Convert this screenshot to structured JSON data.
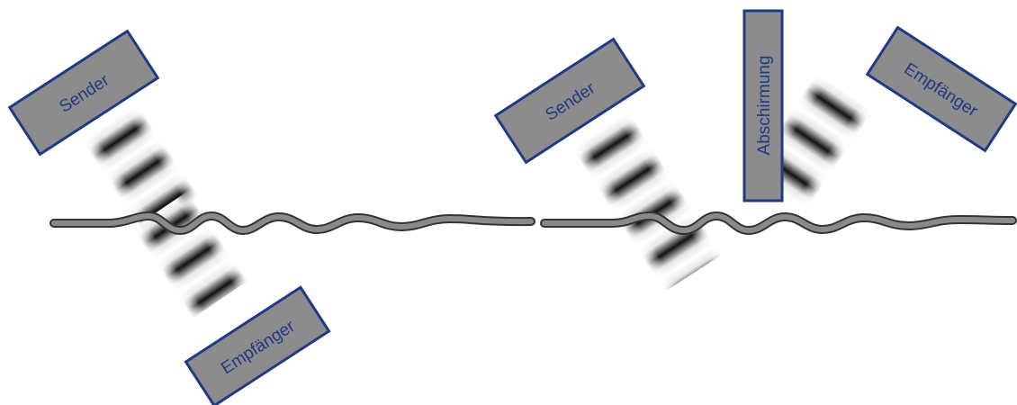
{
  "colors": {
    "box_fill": "#8c8c8c",
    "box_border": "#1f3a86",
    "label": "#1f3a86",
    "surface": "#7a7a7a",
    "wave_dark": "#111111",
    "wave_light": "#ffffff"
  },
  "left_panel": {
    "sender": "Sender",
    "receiver": "Empfänger"
  },
  "right_panel": {
    "sender": "Sender",
    "shield": "Abschirmung",
    "receiver": "Empfänger"
  }
}
